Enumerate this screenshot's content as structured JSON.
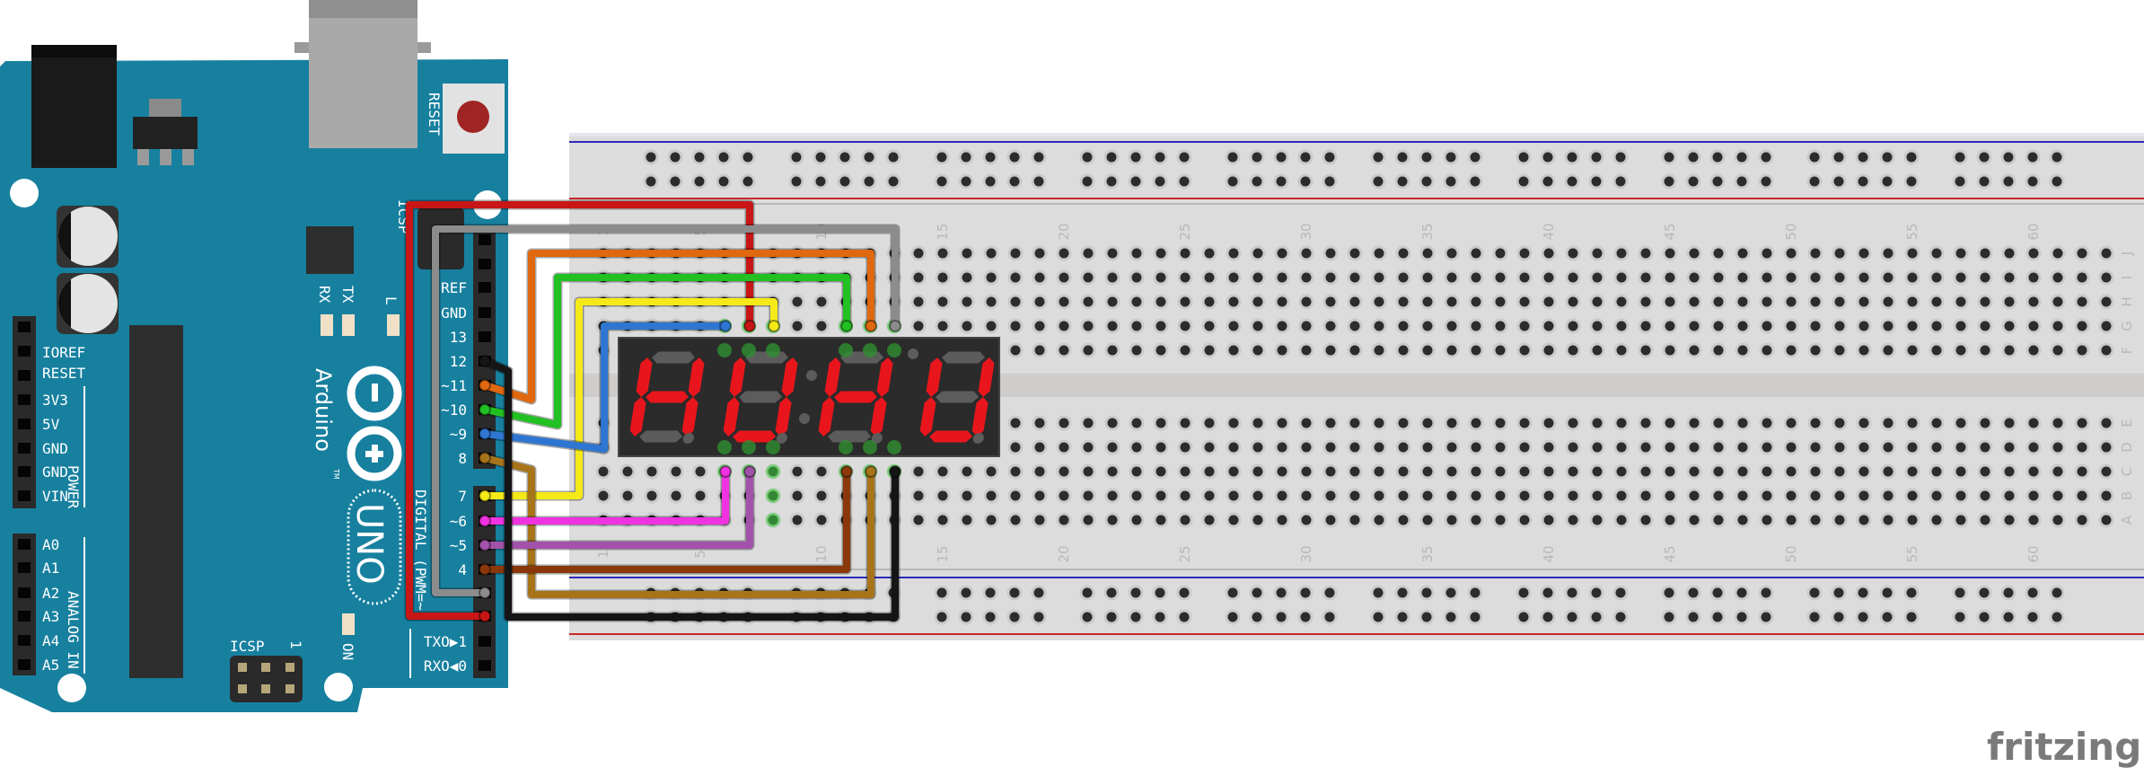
{
  "arduino": {
    "brand": "Arduino",
    "trademark": "TM",
    "model": "UNO",
    "reset_label": "RESET",
    "icsp_label": "ICSP",
    "icsp_pin1": "1",
    "icsp2_label": "ICSP",
    "rx_label": "RX",
    "tx_label": "TX",
    "l_label": "L",
    "on_label": "ON",
    "power_group": "POWER",
    "power_pins": [
      "IOREF",
      "RESET",
      "3V3",
      "5V",
      "GND",
      "GND",
      "VIN"
    ],
    "analog_group": "ANALOG IN",
    "analog_pins": [
      "A0",
      "A1",
      "A2",
      "A3",
      "A4",
      "A5"
    ],
    "digital_group": "DIGITAL (PWM=~)",
    "digital_pins": [
      "REF",
      "GND",
      "13",
      "12",
      "~11",
      "~10",
      "~9",
      "8",
      "7",
      "~6",
      "~5",
      "4",
      "TXO▶1",
      "RXO◀0"
    ],
    "board_color": "#17809f"
  },
  "breadboard": {
    "column_labels": [
      "1",
      "5",
      "10",
      "15",
      "20",
      "25",
      "30",
      "35",
      "40",
      "45",
      "50",
      "55",
      "60"
    ],
    "row_labels_top": [
      "J",
      "I",
      "H",
      "G",
      "F"
    ],
    "row_labels_bottom": [
      "E",
      "D",
      "C",
      "B",
      "A"
    ],
    "rail_colors": {
      "negative": "#2b2bb8",
      "positive": "#c82828"
    }
  },
  "display": {
    "digits": [
      "H",
      "U",
      "H",
      "U"
    ],
    "lit_color": "#e8161c",
    "off_color": "#5c5c5c"
  },
  "wires": {
    "red": "#c81616",
    "gray": "#8c8c8c",
    "orange": "#e0680e",
    "green": "#22c022",
    "yellow": "#f5ea18",
    "blue": "#2e76d2",
    "gold": "#a8741a",
    "magenta": "#f032e0",
    "purple": "#a352ab",
    "brown": "#8a380a",
    "black": "#151515"
  },
  "logo": "fritzing"
}
